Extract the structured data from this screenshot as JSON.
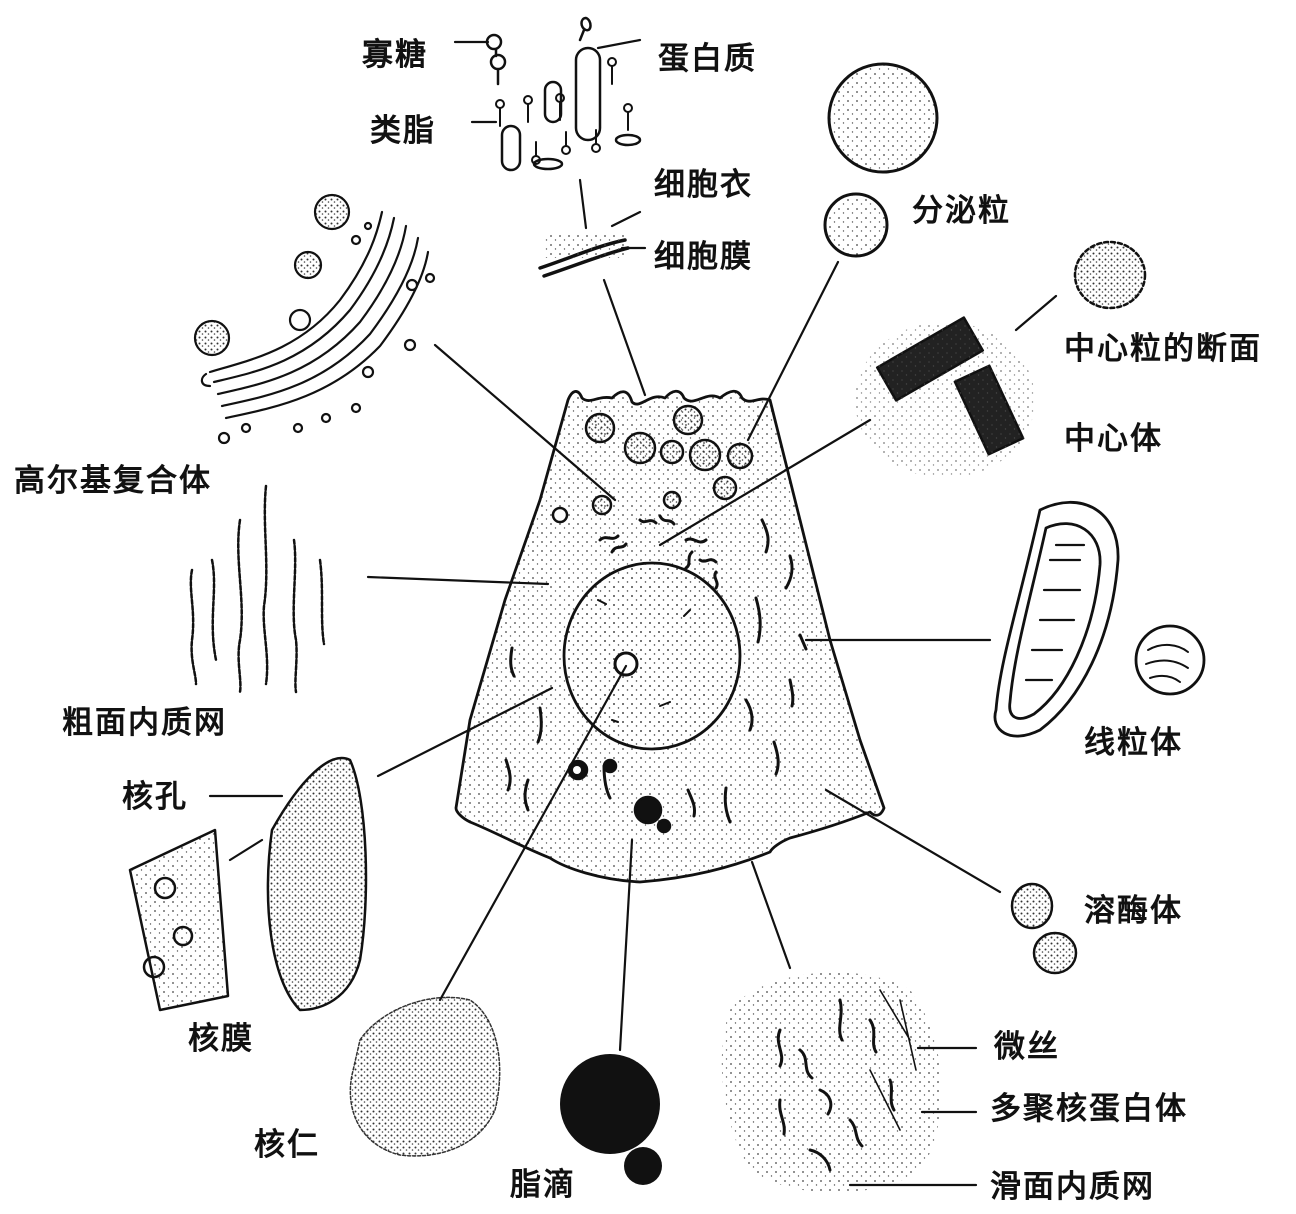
{
  "labels": {
    "oligosaccharide": "寡糖",
    "lipid": "类脂",
    "protein": "蛋白质",
    "cell_coat": "细胞衣",
    "cell_membrane": "细胞膜",
    "secretory_granule": "分泌粒",
    "centriole_section": "中心粒的断面",
    "centrosome": "中心体",
    "golgi": "高尔基复合体",
    "rough_er": "粗面内质网",
    "mitochondrion": "线粒体",
    "nuclear_pore": "核孔",
    "nuclear_envelope": "核膜",
    "lysosome": "溶酶体",
    "nucleolus": "核仁",
    "lipid_droplet": "脂滴",
    "microfilament": "微丝",
    "polyribosome": "多聚核蛋白体",
    "smooth_er": "滑面内质网"
  },
  "colors": {
    "ink": "#111111",
    "paper": "#ffffff"
  }
}
